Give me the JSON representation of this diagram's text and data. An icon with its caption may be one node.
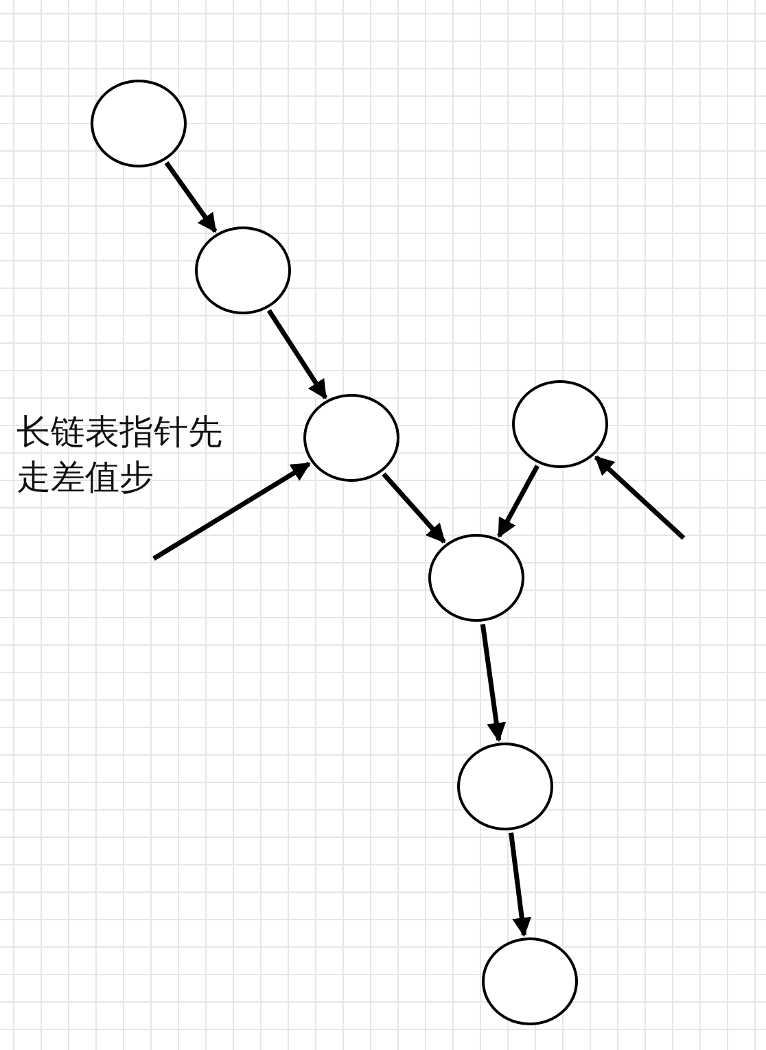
{
  "diagram": {
    "nodes": [
      {
        "text": [],
        "shape": "circle"
      },
      {
        "text": [],
        "shape": "circle"
      },
      {
        "text": [],
        "shape": "circle"
      },
      {
        "text": [],
        "shape": "circle"
      },
      {
        "text": [],
        "shape": "circle"
      },
      {
        "text": [],
        "shape": "circle"
      },
      {
        "text": [],
        "shape": "circle"
      }
    ],
    "edges": [
      {
        "from": 0,
        "to": 1,
        "arrow": "to"
      },
      {
        "from": 1,
        "to": 2,
        "arrow": "to"
      },
      {
        "from": 2,
        "to": 4,
        "arrow": "to"
      },
      {
        "from": 3,
        "to": 4,
        "arrow": "to"
      },
      {
        "from": 4,
        "to": 5,
        "arrow": "to"
      },
      {
        "from": 5,
        "to": 6,
        "arrow": "to"
      },
      {
        "from": null,
        "to": 2,
        "arrow": "to"
      },
      {
        "from": null,
        "to": 3,
        "arrow": "to"
      }
    ],
    "labels": [
      "长链表指针先走差值步"
    ]
  }
}
